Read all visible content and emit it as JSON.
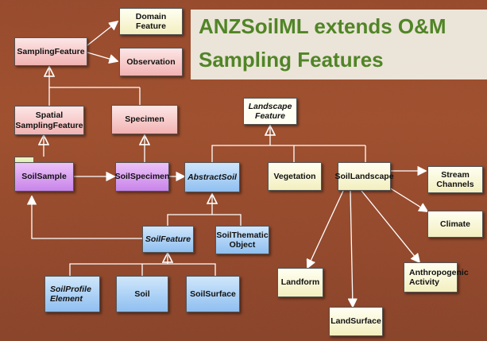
{
  "title": {
    "line1": "ANZSoilML extends O&M",
    "line2": "Sampling Features"
  },
  "colors": {
    "title_text": "#4b8a26",
    "om_classes": "#f2b3b3",
    "soil_sampling": "#c984ea",
    "soil_features": "#8fbff0",
    "landscape": "#f3efbf"
  },
  "classes": {
    "sampling_feature": "SamplingFeature",
    "domain_feature": "Domain Feature",
    "observation": "Observation",
    "spatial_sampling_feature": "Spatial SamplingFeature",
    "specimen": "Specimen",
    "landscape_feature": "Landscape Feature",
    "soil_sample": "SoilSample",
    "soil_specimen": "SoilSpecimen",
    "abstract_soil": "AbstractSoil",
    "vegetation": "Vegetation",
    "soil_landscape": "SoilLandscape",
    "stream_channels": "Stream Channels",
    "climate": "Climate",
    "soil_feature": "SoilFeature",
    "soil_thematic_object": "SoilThematic Object",
    "soil_profile_element": "SoilProfile Element",
    "soil": "Soil",
    "soil_surface": "SoilSurface",
    "landform": "Landform",
    "anthropogenic_activity": "Anthropogenic Activity",
    "land_surface": "LandSurface"
  }
}
